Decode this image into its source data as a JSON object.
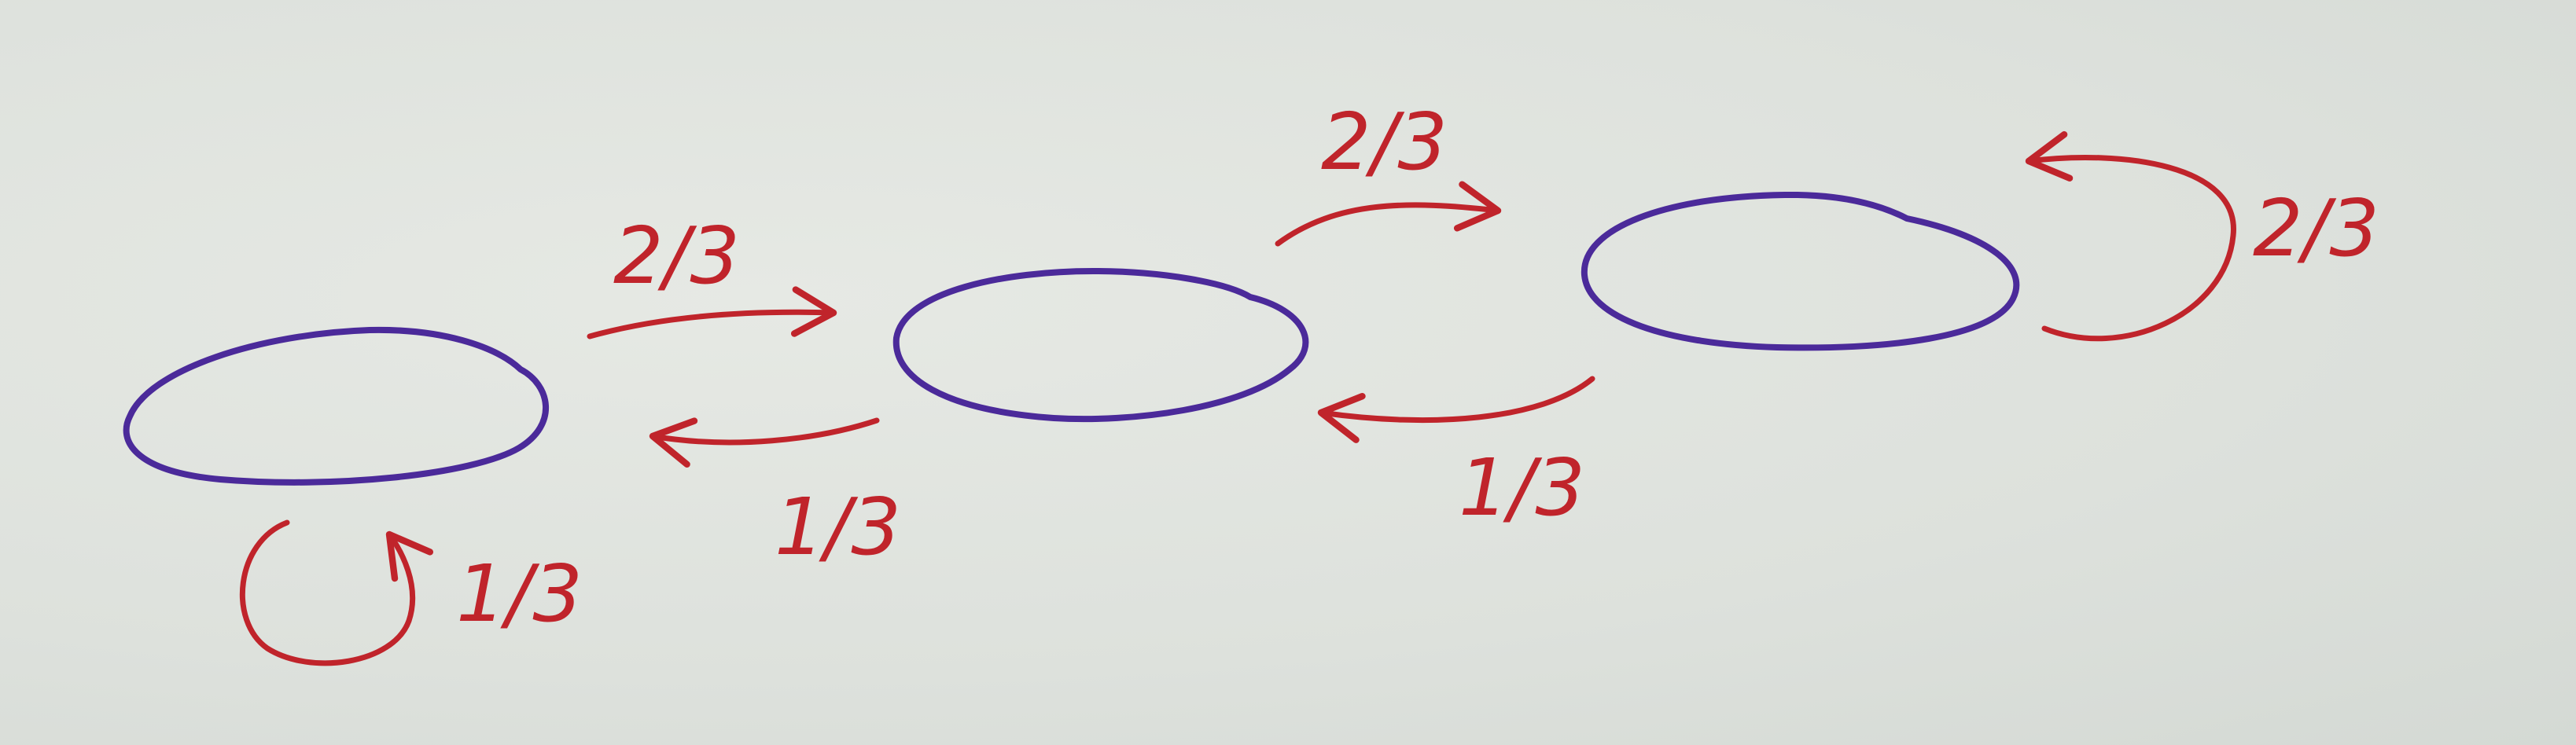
{
  "colors": {
    "state": "#4b2a9a",
    "arrow": "#c0242b",
    "paper": "#dfe3df"
  },
  "states": [
    {
      "id": "state-1"
    },
    {
      "id": "state-2"
    },
    {
      "id": "state-3"
    }
  ],
  "transitions": {
    "s1_self": "1/3",
    "s1_to_s2": "2/3",
    "s2_to_s1": "1/3",
    "s2_to_s3": "2/3",
    "s3_to_s2": "1/3",
    "s3_self": "2/3"
  }
}
